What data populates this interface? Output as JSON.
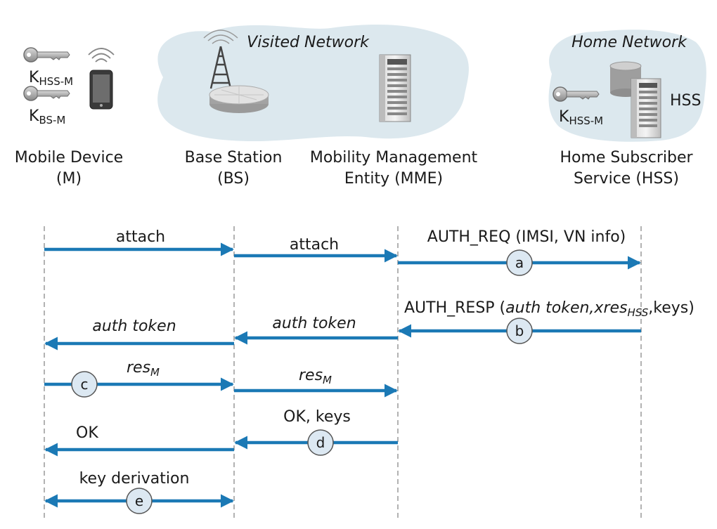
{
  "networks": {
    "visited": "Visited Network",
    "home": "Home Network"
  },
  "entities": {
    "mobile": {
      "line1": "Mobile Device",
      "line2": "(M)"
    },
    "bs": {
      "line1": "Base Station",
      "line2": "(BS)"
    },
    "mme": {
      "line1": "Mobility Management",
      "line2": "Entity (MME)"
    },
    "hss": {
      "line1": "Home Subscriber",
      "line2": "Service (HSS)"
    }
  },
  "keys": {
    "k_letter": "K",
    "hss_m_sub": "HSS-M",
    "bs_m_sub": "BS-M",
    "hss_label": "HSS"
  },
  "messages": {
    "attach1": "attach",
    "attach2": "attach",
    "auth_req": "AUTH_REQ (IMSI, VN info)",
    "auth_resp_prefix": "AUTH_RESP (",
    "auth_resp_token": "auth token,xres",
    "auth_resp_sub": "HSS",
    "auth_resp_suffix": ",keys)",
    "auth_token1": "auth token",
    "auth_token2": "auth token",
    "res": "res",
    "res_sub": "M",
    "ok_keys": "OK, keys",
    "ok": "OK",
    "key_derivation": "key derivation"
  },
  "steps": [
    "a",
    "b",
    "c",
    "d",
    "e"
  ],
  "colors": {
    "arrow": "#1b79b5",
    "cloud": "#dce8ee",
    "step_fill": "#dce8f2",
    "lifeline": "#888888"
  }
}
